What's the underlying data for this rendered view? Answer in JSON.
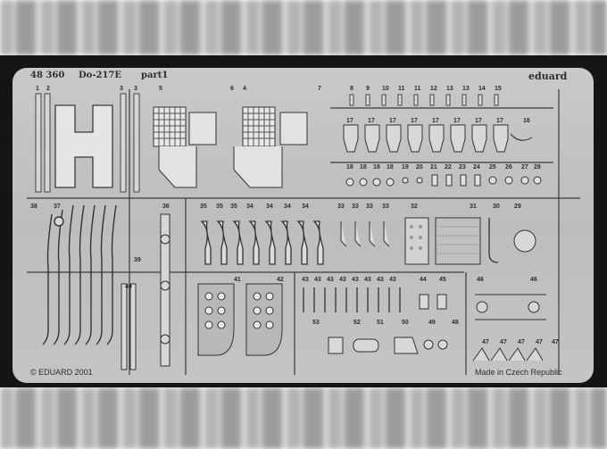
{
  "fret": {
    "set_number": "48 360",
    "model": "Do-217E",
    "part": "part1",
    "brand": "eduard",
    "copyright": "© EDUARD 2001",
    "origin": "Made in Czech Republic"
  },
  "part_numbers": {
    "top_left": [
      "1",
      "2",
      "3",
      "3",
      "5",
      "6",
      "4",
      "7"
    ],
    "top_right_row1": [
      "8",
      "9",
      "10",
      "11",
      "11",
      "12",
      "13",
      "13",
      "14",
      "15"
    ],
    "top_right_row2": [
      "17",
      "17",
      "17",
      "17",
      "17",
      "17",
      "17",
      "17",
      "16"
    ],
    "top_right_row3": [
      "18",
      "18",
      "18",
      "18",
      "19",
      "20",
      "21",
      "22",
      "23",
      "24",
      "25",
      "26",
      "27",
      "28"
    ],
    "middle_row": [
      "38",
      "37",
      "36",
      "35",
      "35",
      "35",
      "34",
      "34",
      "34",
      "34",
      "33",
      "33",
      "33",
      "33",
      "32",
      "31",
      "30",
      "29"
    ],
    "lower_left": [
      "39",
      "40"
    ],
    "lower_mid": [
      "41",
      "42",
      "43",
      "43",
      "43",
      "43",
      "43",
      "43",
      "43",
      "43",
      "44",
      "45"
    ],
    "lower_right": [
      "46",
      "46",
      "47",
      "47",
      "47",
      "47",
      "47",
      "48",
      "49",
      "50",
      "51",
      "52",
      "53"
    ]
  },
  "colors": {
    "fret_metal": "#c4c4c4",
    "background": "#151515",
    "etch_line": "#3a3a3a"
  }
}
